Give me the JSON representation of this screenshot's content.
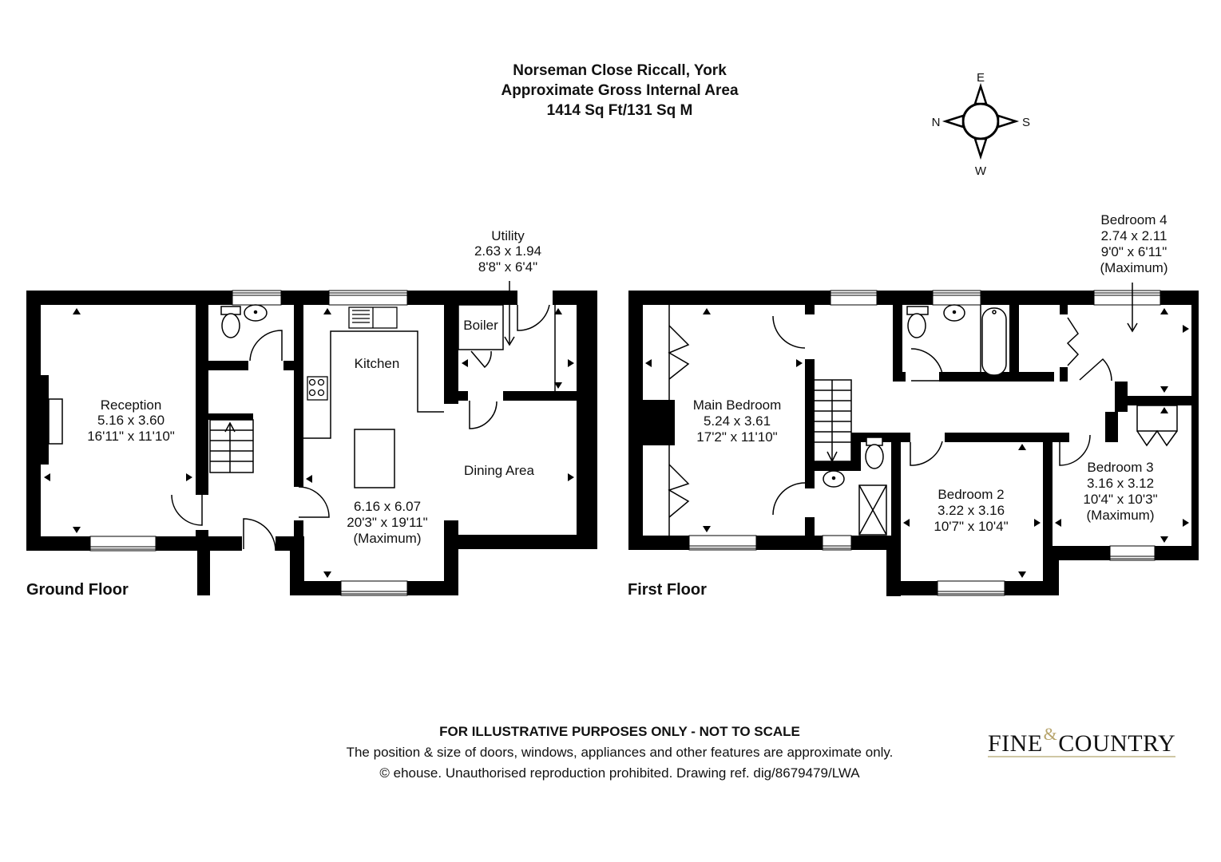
{
  "header": {
    "address": "Norseman Close Riccall, York",
    "subtitle": "Approximate Gross Internal Area",
    "area": "1414 Sq Ft/131 Sq M"
  },
  "compass": {
    "top": "E",
    "left": "N",
    "right": "S",
    "bottom": "W"
  },
  "ground_floor": {
    "label": "Ground Floor",
    "rooms": [
      {
        "name": "Reception",
        "metric": "5.16 x 3.60",
        "imperial": "16'11\" x 11'10\""
      },
      {
        "name": "Kitchen"
      },
      {
        "name": "Dining Area",
        "metric": "6.16 x 6.07",
        "imperial": "20'3\" x 19'11\"",
        "note": "(Maximum)"
      },
      {
        "name": "Utility",
        "metric": "2.63 x 1.94",
        "imperial": "8'8\" x 6'4\""
      },
      {
        "name": "Boiler"
      }
    ]
  },
  "first_floor": {
    "label": "First Floor",
    "rooms": [
      {
        "name": "Main Bedroom",
        "metric": "5.24 x 3.61",
        "imperial": "17'2\" x 11'10\""
      },
      {
        "name": "Bedroom 2",
        "metric": "3.22 x 3.16",
        "imperial": "10'7\" x 10'4\""
      },
      {
        "name": "Bedroom 3",
        "metric": "3.16 x 3.12",
        "imperial": "10'4\" x 10'3\"",
        "note": "(Maximum)"
      },
      {
        "name": "Bedroom 4",
        "metric": "2.74 x 2.11",
        "imperial": "9'0\" x 6'11\"",
        "note": "(Maximum)"
      }
    ]
  },
  "footer": {
    "disclaimer": "FOR ILLUSTRATIVE PURPOSES ONLY - NOT TO SCALE",
    "note": "The position & size of doors, windows, appliances and other features are approximate only.",
    "copyright": "© ehouse. Unauthorised reproduction prohibited. Drawing ref. dig/8679479/LWA"
  },
  "logo": {
    "left": "FINE",
    "amp": "&",
    "right": "COUNTRY"
  },
  "colors": {
    "wall": "#000000",
    "background": "#ffffff",
    "logo_gold": "#b7a46c"
  }
}
